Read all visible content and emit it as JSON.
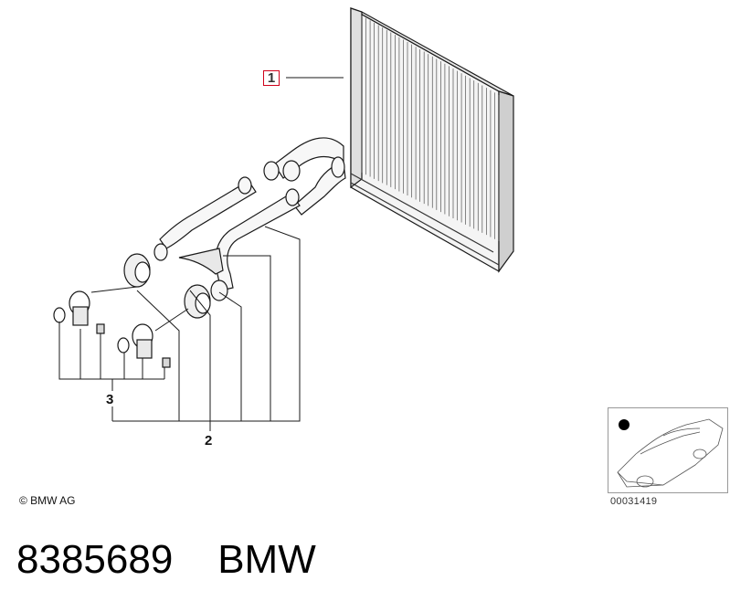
{
  "callouts": {
    "part_1": "1",
    "part_2": "2",
    "part_3": "3"
  },
  "copyright": "© BMW AG",
  "thumbnail": {
    "code": "00031419",
    "icon": "car-location-icon"
  },
  "caption": {
    "part_number": "8385689",
    "brand": "BMW"
  },
  "colors": {
    "line": "#1a1a1a",
    "callout_border": "#d0021b",
    "shade": "#d8d8d8"
  }
}
